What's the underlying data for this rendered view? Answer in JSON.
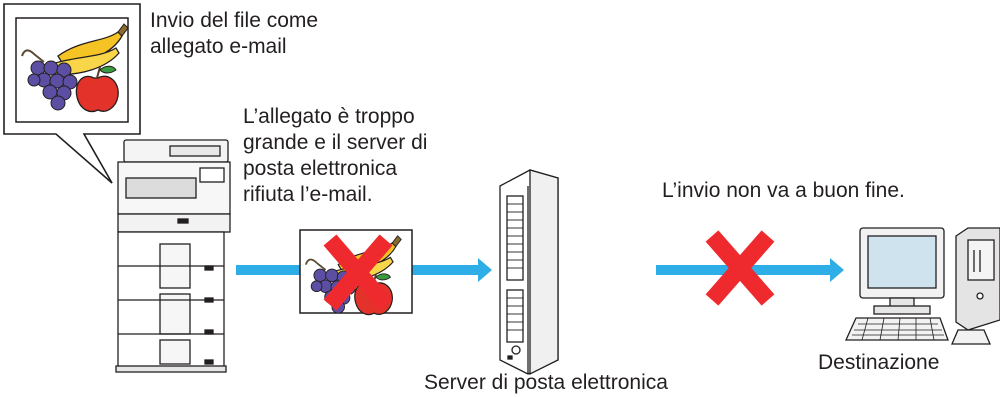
{
  "labels": {
    "attachment_caption": [
      "Invio del file come",
      "allegato e-mail"
    ],
    "rejection_note": [
      "L’allegato è troppo",
      "grande e il server di",
      "posta elettronica",
      "rifiuta l’e-mail."
    ],
    "failure_note": "L’invio non va a buon fine.",
    "server_caption": "Server di posta elettronica",
    "destination_caption": "Destinazione"
  },
  "icons": {
    "sender": "multifunction-printer-icon",
    "attachment": "fruit-image-icon",
    "server": "mail-server-tower-icon",
    "destination": "desktop-computer-icon",
    "rejected": "red-x-icon",
    "arrow": "right-arrow-icon"
  },
  "colors": {
    "arrow": "#2eaee6",
    "cross": "#ee2a2e",
    "line": "#231f20",
    "grape": "#5b4ea3",
    "banana": "#f6c324",
    "apple": "#e2322a",
    "leaf": "#3a9a3f",
    "screen": "#cfe3ef"
  }
}
